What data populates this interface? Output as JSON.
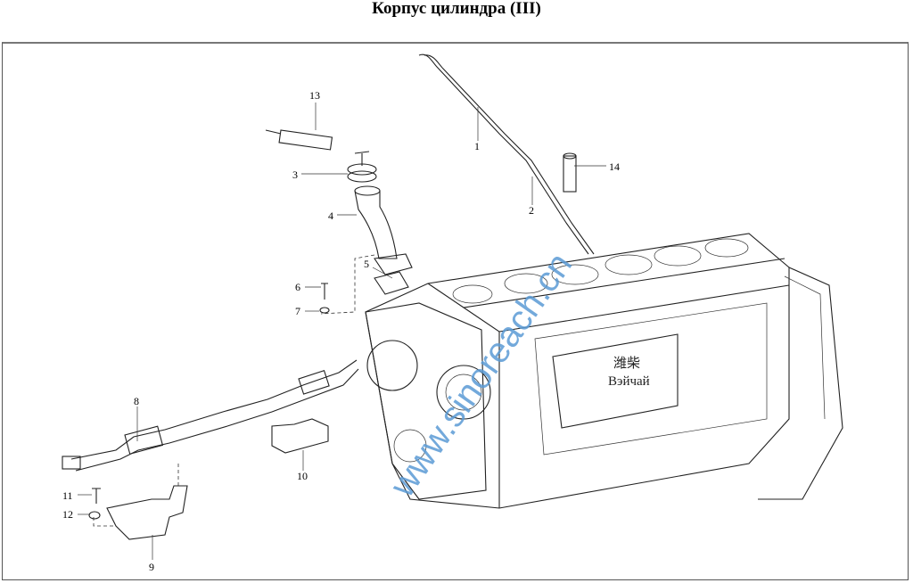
{
  "title": "Корпус цилиндра (III)",
  "watermark": "www.sinoreach.cn",
  "engine_brand": {
    "chinese": "潍柴",
    "russian": "Вэйчай"
  },
  "callouts": [
    "1",
    "2",
    "3",
    "4",
    "5",
    "6",
    "7",
    "8",
    "9",
    "10",
    "11",
    "12",
    "13",
    "14"
  ]
}
